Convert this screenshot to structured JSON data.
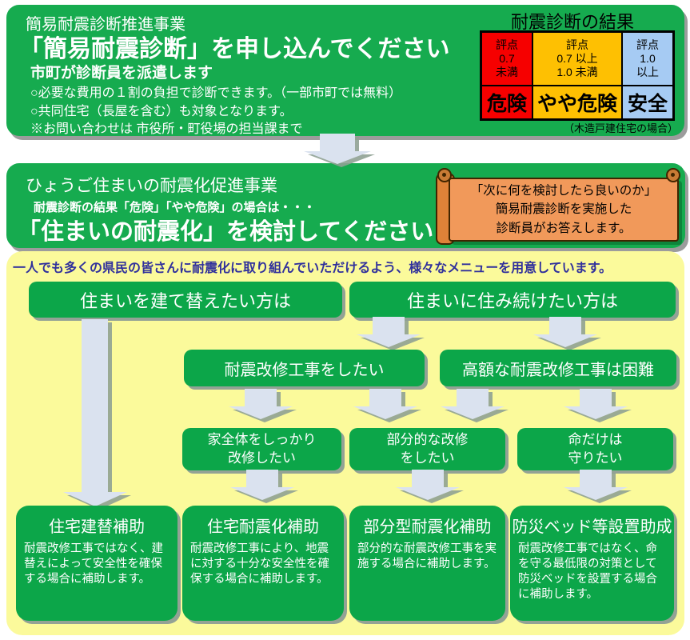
{
  "top_panel": {
    "program_name": "簡易耐震診断推進事業",
    "headline": "「簡易耐震診断」を申し込んでください",
    "subheadline": "市町が診断員を派遣します",
    "bullets": [
      "○必要な費用の１割の負担で診断できます。（一部市町では無料）",
      "○共同住宅（長屋を含む）も対象となります。",
      "※お問い合わせは 市役所・町役場の担当課まで"
    ],
    "result_table": {
      "title": "耐震診断の結果",
      "columns": [
        {
          "score": "評点\n0.7\n未満",
          "verdict": "危険",
          "color": "#F60000"
        },
        {
          "score": "評点\n0.7 以上\n1.0 未満",
          "verdict": "やや危険",
          "color": "#FEC002"
        },
        {
          "score": "評点\n1.0\n以上",
          "verdict": "安全",
          "color": "#A6CBF3"
        }
      ],
      "note": "（木造戸建住宅の場合）"
    }
  },
  "promo_panel": {
    "program_name": "ひょうご住まいの耐震化促進事業",
    "condition": "耐震診断の結果「危険」「やや危険」の場合は・・・",
    "headline": "「住まいの耐震化」を検討してください",
    "scroll_note": "「次に何を検討したら良いのか」\n簡易耐震診断を実施した\n診断員がお答えします。"
  },
  "flow": {
    "intro": "一人でも多くの県民の皆さんに耐震化に取り組んでいただけるよう、様々なメニューを用意しています。",
    "rebuild_branch": "住まいを建て替えたい方は",
    "stay_branch": "住まいに住み続けたい方は",
    "want_retrofit": "耐震改修工事をしたい",
    "retrofit_difficult": "高額な耐震改修工事は困難",
    "whole_house": "家全体をしっかり\n改修したい",
    "partial": "部分的な改修\nをしたい",
    "life_only": "命だけは\n守りたい",
    "programs": [
      {
        "title": "住宅建替補助",
        "desc": "耐震改修工事ではなく、建替えによって安全性を確保する場合に補助します。"
      },
      {
        "title": "住宅耐震化補助",
        "desc": "耐震改修工事により、地震に対する十分な安全性を確保する場合に補助します。"
      },
      {
        "title": "部分型耐震化補助",
        "desc": "部分的な耐震改修工事を実施する場合に補助します。"
      },
      {
        "title": "防災ベッド等設置助成",
        "desc": "耐震改修工事ではなく、命を守る最低限の対策として防災ベッドを設置する場合に補助します。"
      }
    ]
  },
  "colors": {
    "panel_green": "#16AB4F",
    "box_green": "#0CA649",
    "background_yellow": "#FBFA9B",
    "navy_text": "#30309C",
    "arrow_fill": "#DAE2EF",
    "danger_red": "#F60000",
    "caution_gold": "#FEC002",
    "safe_blue": "#A6CBF3",
    "scroll_orange": "#F1995A"
  }
}
